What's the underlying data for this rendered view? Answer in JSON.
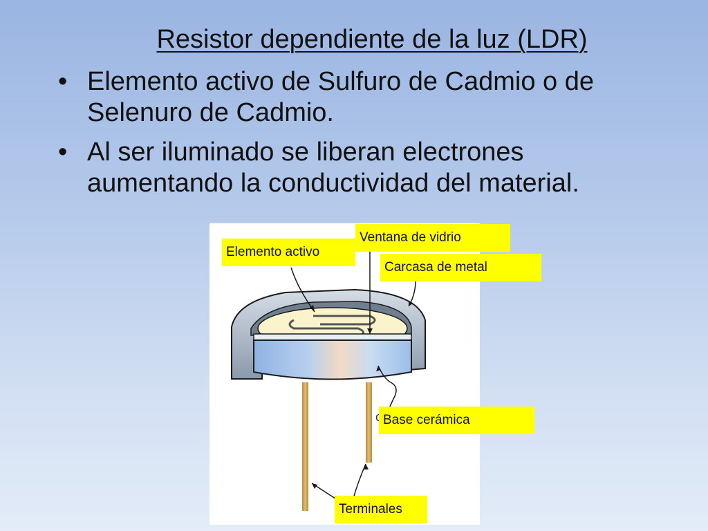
{
  "slide": {
    "title": "Resistor dependiente de la luz (LDR)",
    "bullets": [
      "Elemento activo de Sulfuro de Cadmio o de Selenuro de Cadmio.",
      "Al ser iluminado se liberan electrones aumentando la conductividad del material."
    ]
  },
  "diagram": {
    "labels": {
      "elemento_activo": "Elemento activo",
      "ventana_vidrio": "Ventana de vidrio",
      "carcasa_metal": "Carcasa de metal",
      "base_ceramica": "Base cerámica",
      "terminales": "Terminales"
    },
    "colors": {
      "label_background": "#ffff00",
      "metal_case": "#8fa4b8",
      "ceramic_base": "#a9c8ec",
      "active_element": "#fbf3cc",
      "terminal_leads": "#d4a857"
    }
  }
}
